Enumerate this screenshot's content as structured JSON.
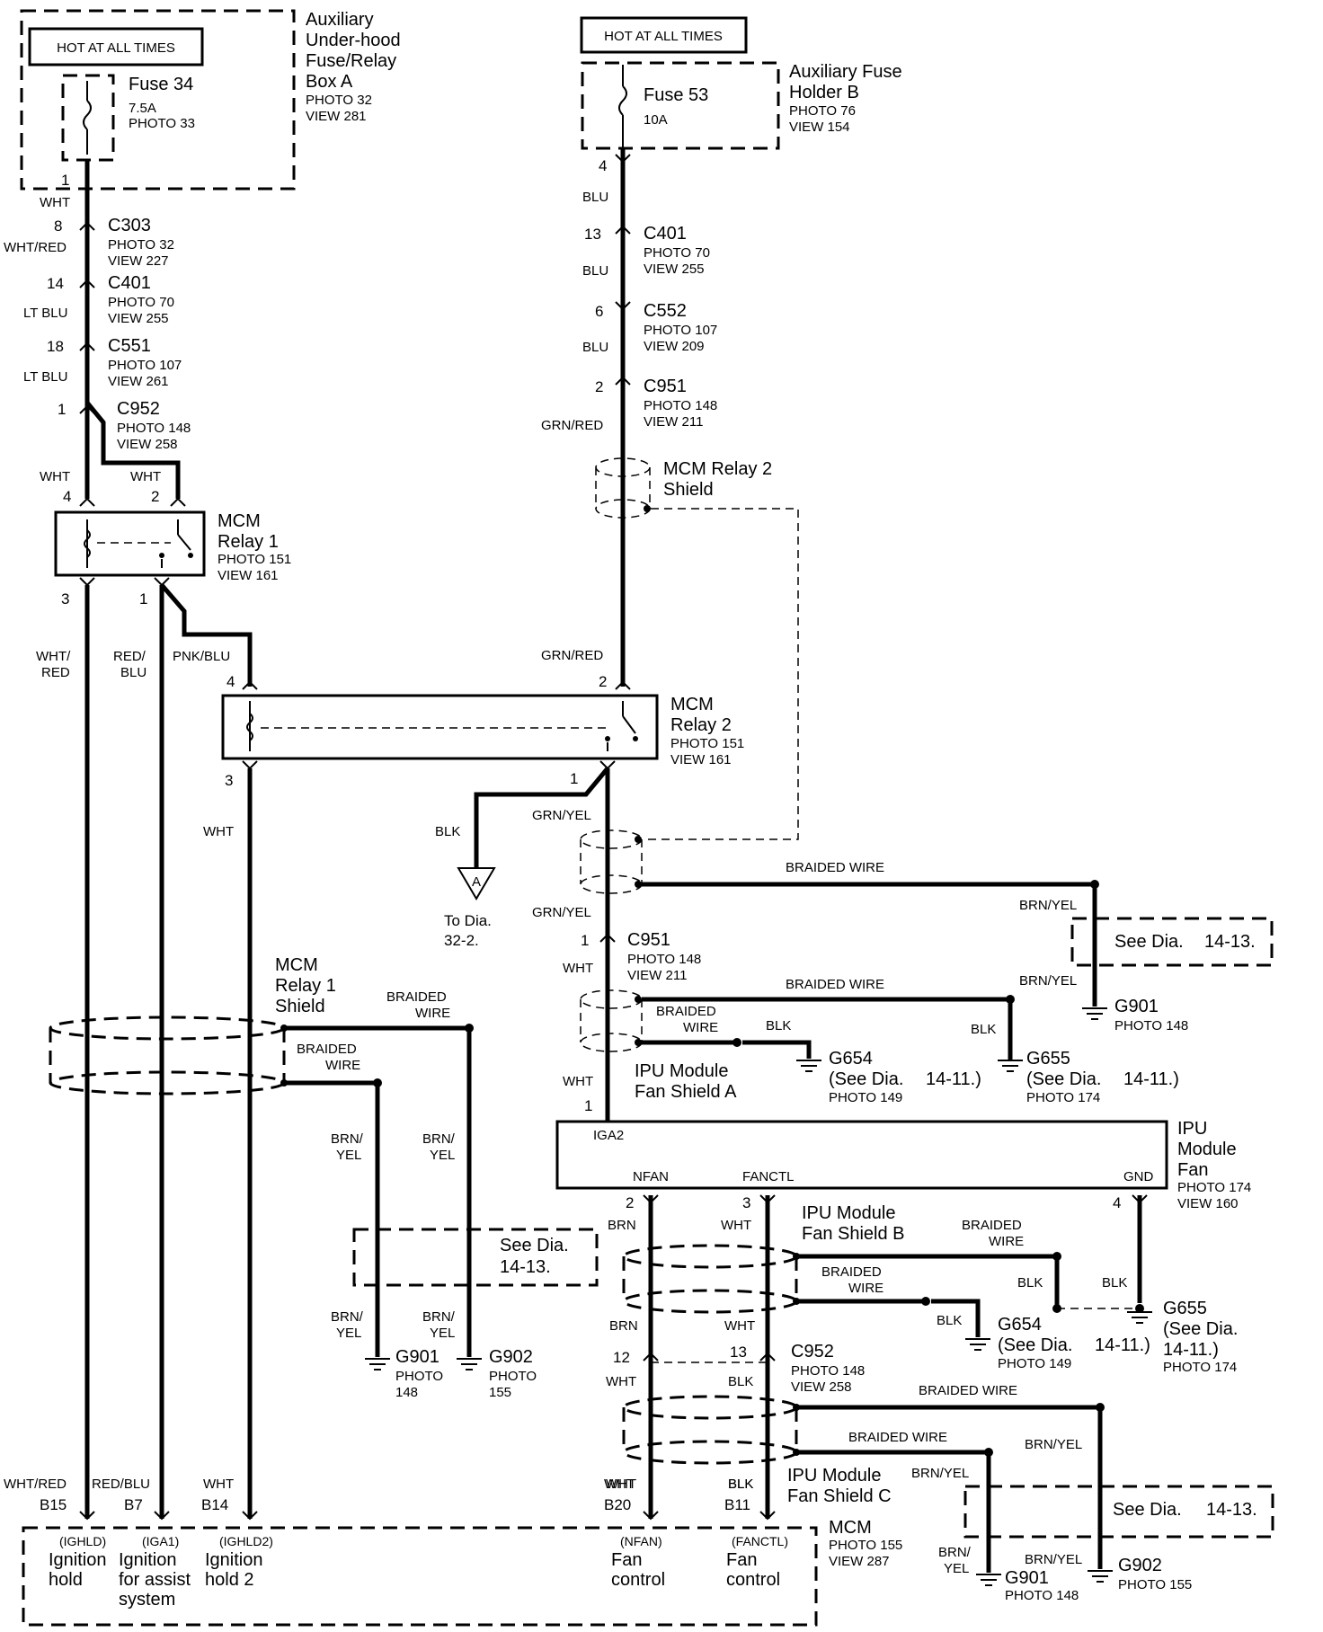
{
  "left_supply": {
    "hot_label": "HOT AT ALL TIMES",
    "fuse_name": "Fuse 34",
    "fuse_rating": "7.5A",
    "fuse_photo": "PHOTO 33",
    "box_title_1": "Auxiliary",
    "box_title_2": "Under-hood",
    "box_title_3": "Fuse/Relay",
    "box_title_4": "Box A",
    "box_photo": "PHOTO 32",
    "box_view": "VIEW 281",
    "pin": "1",
    "wire": "WHT"
  },
  "right_supply": {
    "hot_label": "HOT AT ALL TIMES",
    "fuse_name": "Fuse 53",
    "fuse_rating": "10A",
    "box_title_1": "Auxiliary Fuse",
    "box_title_2": "Holder B",
    "box_photo": "PHOTO 76",
    "box_view": "VIEW 154",
    "pin": "4",
    "wire": "BLU"
  },
  "left_connectors": [
    {
      "pin": "8",
      "name": "C303",
      "photo": "PHOTO 32",
      "view": "VIEW 227",
      "wire_below": "WHT/RED"
    },
    {
      "pin": "14",
      "name": "C401",
      "photo": "PHOTO 70",
      "view": "VIEW 255",
      "wire_below": "LT BLU"
    },
    {
      "pin": "18",
      "name": "C551",
      "photo": "PHOTO 107",
      "view": "VIEW 261",
      "wire_below": "LT BLU"
    },
    {
      "pin": "1",
      "name": "C952",
      "photo": "PHOTO 148",
      "view": "VIEW 258"
    }
  ],
  "right_connectors": [
    {
      "pin": "13",
      "name": "C401",
      "photo": "PHOTO 70",
      "view": "VIEW 255",
      "wire_below": "BLU"
    },
    {
      "pin": "6",
      "name": "C552",
      "photo": "PHOTO 107",
      "view": "VIEW 209",
      "wire_below": "BLU"
    },
    {
      "pin": "2",
      "name": "C951",
      "photo": "PHOTO 148",
      "view": "VIEW 211",
      "wire_below": "GRN/RED"
    }
  ],
  "relay1": {
    "title_1": "MCM",
    "title_2": "Relay 1",
    "photo": "PHOTO 151",
    "view": "VIEW 161",
    "pin4": "4",
    "pin2": "2",
    "pin3": "3",
    "pin1": "1",
    "wire_in_4": "WHT",
    "wire_in_2": "WHT",
    "wire_out_3": "WHT/",
    "wire_out_3b": "RED",
    "wire_out_1": "RED/",
    "wire_out_1b": "BLU",
    "wire_out_1c": "PNK/BLU"
  },
  "relay2_shield": {
    "title_1": "MCM Relay 2",
    "title_2": "Shield",
    "wire_in": "GRN/RED"
  },
  "relay2": {
    "title_1": "MCM",
    "title_2": "Relay 2",
    "photo": "PHOTO 151",
    "view": "VIEW 161",
    "pin4": "4",
    "pin2": "2",
    "pin3": "3",
    "pin1": "1",
    "wire_3": "WHT",
    "wire_1a": "BLK",
    "wire_1b": "GRN/YEL"
  },
  "ref_a": {
    "letter": "A",
    "line1": "To Dia.",
    "line2": "32-2."
  },
  "relay1_shield": {
    "title_1": "MCM",
    "title_2": "Relay 1",
    "title_3": "Shield",
    "braided_1a": "BRAIDED",
    "braided_1b": "WIRE",
    "braided_2a": "BRAIDED",
    "braided_2b": "WIRE",
    "brn_a": "BRN/",
    "yel_a": "YEL",
    "brn_b": "BRN/",
    "yel_b": "YEL",
    "brn_c": "BRN/",
    "yel_c": "YEL",
    "brn_d": "BRN/",
    "yel_d": "YEL",
    "see_dia_1": "See Dia.",
    "see_dia_2": "14-13."
  },
  "grounds": {
    "g901_left": {
      "name": "G901",
      "photo_1": "PHOTO",
      "photo_2": "148"
    },
    "g902_left": {
      "name": "G902",
      "photo_1": "PHOTO",
      "photo_2": "155"
    },
    "g901_top": {
      "name": "G901",
      "photo": "PHOTO 148"
    },
    "g654_a": {
      "name": "G654",
      "see": "(See Dia.",
      "ref": "14-11.)",
      "photo": "PHOTO 149"
    },
    "g655_a": {
      "name": "G655",
      "see": "(See Dia.",
      "ref": "14-11.)",
      "photo": "PHOTO 174"
    },
    "g654_b": {
      "name": "G654",
      "see": "(See Dia.",
      "ref": "14-11.)",
      "photo": "PHOTO 149"
    },
    "g655_b": {
      "name": "G655",
      "see": "(See Dia.",
      "ref": "14-11.)",
      "photo": "PHOTO 174"
    },
    "g901_bottom": {
      "name": "G901",
      "photo": "PHOTO 148"
    },
    "g902_bottom": {
      "name": "G902",
      "photo": "PHOTO 155"
    }
  },
  "fan_shield_a": {
    "grn_yel_top": "GRN/YEL",
    "braided_top": "BRAIDED WIRE",
    "brn_yel_top": "BRN/YEL",
    "see_dia_1": "See Dia.",
    "see_dia_2": "14-13.",
    "grn_yel_mid": "GRN/YEL",
    "c951_pin": "1",
    "c951_name": "C951",
    "c951_photo": "PHOTO 148",
    "c951_view": "VIEW 211",
    "wht_1": "WHT",
    "braided_mid": "BRAIDED WIRE",
    "brn_yel_mid": "BRN/YEL",
    "braided_inner_1": "BRAIDED",
    "braided_inner_2": "WIRE",
    "blk_1": "BLK",
    "blk_2": "BLK",
    "title_1": "IPU Module",
    "title_2": "Fan Shield A",
    "wht_2": "WHT",
    "pin_in": "1"
  },
  "ipu_module": {
    "iga2": "IGA2",
    "nfan": "NFAN",
    "fanctl": "FANCTL",
    "gnd": "GND",
    "title_1": "IPU",
    "title_2": "Module",
    "title_3": "Fan",
    "photo": "PHOTO 174",
    "view": "VIEW 160",
    "pin_nfan": "2",
    "pin_fanctl": "3",
    "pin_gnd": "4",
    "wire_nfan": "BRN",
    "wire_fanctl": "WHT"
  },
  "fan_shield_b": {
    "title_1": "IPU Module",
    "title_2": "Fan Shield B",
    "braided_1a": "BRAIDED",
    "braided_1b": "WIRE",
    "braided_2a": "BRAIDED",
    "braided_2b": "WIRE",
    "blk_1": "BLK",
    "blk_2": "BLK",
    "blk_3": "BLK",
    "brn_below": "BRN",
    "wht_below": "WHT"
  },
  "c952_lower": {
    "pin_left": "12",
    "pin_right": "13",
    "name": "C952",
    "photo": "PHOTO 148",
    "view": "VIEW 258",
    "wht": "WHT",
    "blk": "BLK"
  },
  "fan_shield_c": {
    "braided_top": "BRAIDED WIRE",
    "braided_2": "BRAIDED WIRE",
    "brn_yel_1": "BRN/YEL",
    "brn_yel_2": "BRN/YEL",
    "see_dia_1": "See Dia.",
    "see_dia_2": "14-13.",
    "title_1": "IPU Module",
    "title_2": "Fan Shield C",
    "brn_3": "BRN/",
    "yel_3": "YEL",
    "brn_yel_4": "BRN/YEL",
    "wht_out": "WHT",
    "blk_out": "BLK"
  },
  "mcm": {
    "title": "MCM",
    "photo": "PHOTO 155",
    "view": "VIEW 287",
    "pins": [
      {
        "wire": "WHT/RED",
        "pin": "B15",
        "signal": "(IGHLD)",
        "desc_1": "Ignition",
        "desc_2": "hold",
        "desc_3": ""
      },
      {
        "wire": "RED/BLU",
        "pin": "B7",
        "signal": "(IGA1)",
        "desc_1": "Ignition",
        "desc_2": "for assist",
        "desc_3": "system"
      },
      {
        "wire": "WHT",
        "pin": "B14",
        "signal": "(IGHLD2)",
        "desc_1": "Ignition",
        "desc_2": "hold 2",
        "desc_3": ""
      },
      {
        "wire": "WHT",
        "pin": "B20",
        "signal": "(NFAN)",
        "desc_1": "Fan",
        "desc_2": "control",
        "desc_3": ""
      },
      {
        "wire": "BLK",
        "pin": "B11",
        "signal": "(FANCTL)",
        "desc_1": "Fan",
        "desc_2": "control",
        "desc_3": ""
      }
    ]
  }
}
